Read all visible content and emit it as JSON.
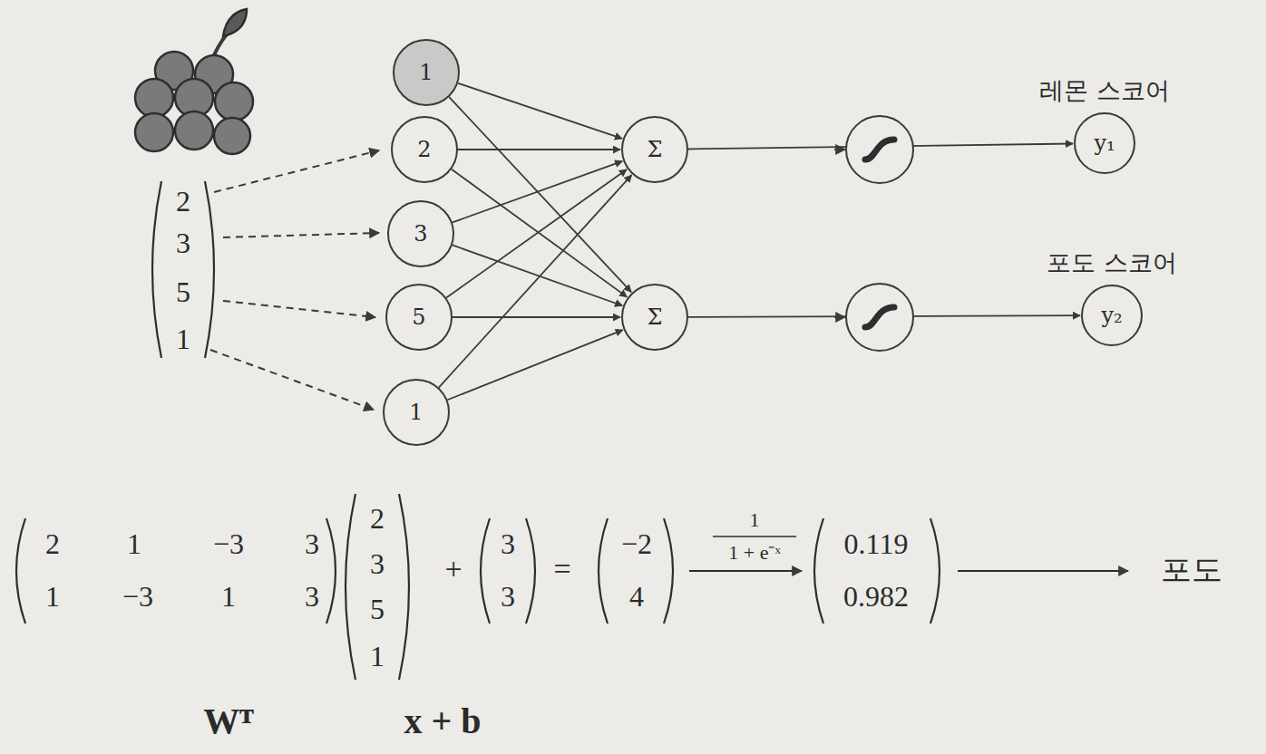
{
  "diagram": {
    "nodes": [
      {
        "text": [
          "1"
        ]
      },
      {
        "text": [
          "2"
        ]
      },
      {
        "text": [
          "3"
        ]
      },
      {
        "text": [
          "5"
        ]
      },
      {
        "text": [
          "1"
        ]
      },
      {
        "text": [
          "Σ"
        ]
      },
      {
        "text": [
          "Σ"
        ]
      },
      {
        "text": [
          "레몬 스코어",
          "y₁"
        ]
      },
      {
        "text": [
          "포도 스코어",
          "y₂"
        ]
      }
    ],
    "edges": [
      {
        "from": 0,
        "to": 5,
        "arrow": "to"
      },
      {
        "from": 0,
        "to": 6,
        "arrow": "to"
      },
      {
        "from": 1,
        "to": 5,
        "arrow": "to"
      },
      {
        "from": 1,
        "to": 6,
        "arrow": "to"
      },
      {
        "from": 2,
        "to": 5,
        "arrow": "to"
      },
      {
        "from": 2,
        "to": 6,
        "arrow": "to"
      },
      {
        "from": 3,
        "to": 5,
        "arrow": "to"
      },
      {
        "from": 3,
        "to": 6,
        "arrow": "to"
      },
      {
        "from": 4,
        "to": 5,
        "arrow": "to"
      },
      {
        "from": 4,
        "to": 6,
        "arrow": "to"
      },
      {
        "from": 5,
        "to": 7,
        "arrow": "to"
      },
      {
        "from": 6,
        "to": 8,
        "arrow": "to"
      }
    ],
    "labels": [
      "2",
      "3",
      "5",
      "1",
      "2",
      "1",
      "−3",
      "3",
      "1",
      "−3",
      "1",
      "3",
      "2",
      "3",
      "5",
      "1",
      "+",
      "3",
      "3",
      "=",
      "−2",
      "4",
      "1",
      "1 + e⁻ˣ",
      "0.119",
      "0.982",
      "포도",
      "Wᵀ",
      "x + b"
    ]
  }
}
